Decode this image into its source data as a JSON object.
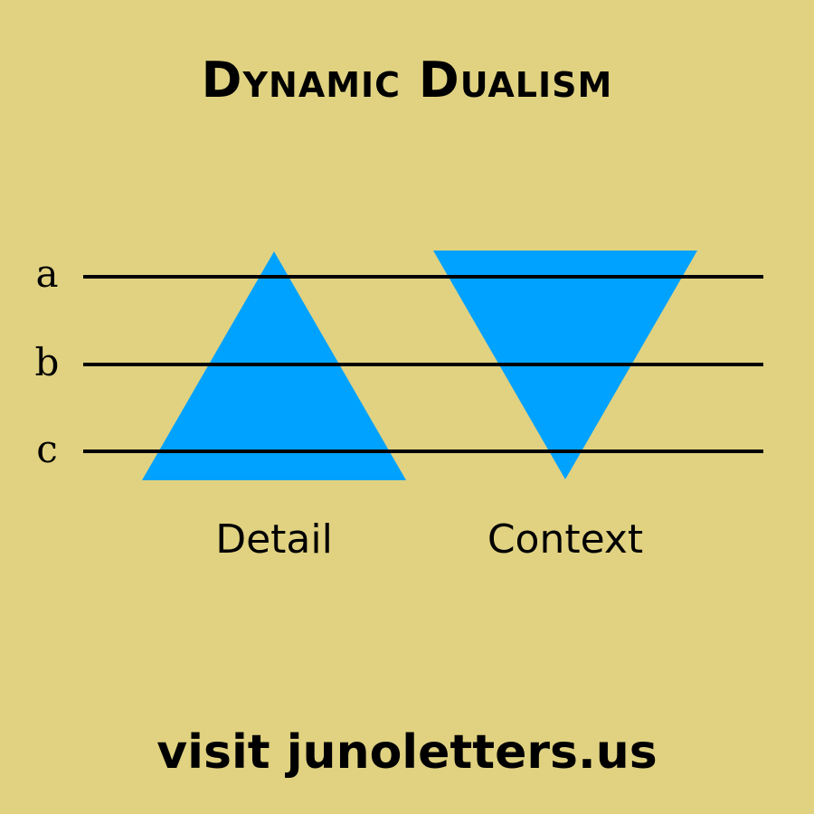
{
  "title": "Dynamic Dualism",
  "rows": [
    "a",
    "b",
    "c"
  ],
  "shapes": [
    {
      "label": "Detail",
      "orientation": "up"
    },
    {
      "label": "Context",
      "orientation": "down"
    }
  ],
  "colors": {
    "background": "#e0d281",
    "shape_fill": "#00a2ff",
    "line": "#000000"
  },
  "footer": "visit junoletters.us"
}
